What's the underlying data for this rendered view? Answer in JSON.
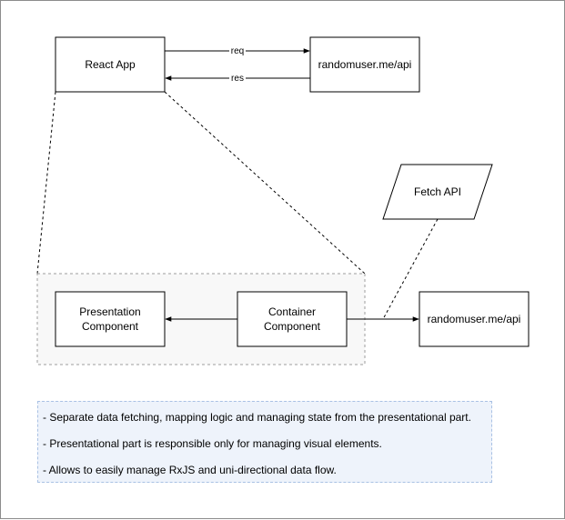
{
  "nodes": {
    "react_app": "React App",
    "api_top": "randomuser.me/api",
    "fetch_api": "Fetch API",
    "presentation": [
      "Presentation",
      "Component"
    ],
    "container": [
      "Container",
      "Component"
    ],
    "api_bottom": "randomuser.me/api"
  },
  "edges": {
    "request_label": "req",
    "response_label": "res"
  },
  "notes": [
    "- Separate data fetching, mapping logic and managing state from the presentational part.",
    "- Presentational part is responsible only for managing visual elements.",
    "- Allows to easily manage RxJS and uni-directional data flow."
  ],
  "colors": {
    "stroke": "#000000",
    "group_fill": "#f8f8f8",
    "group_stroke": "#9e9e9e",
    "note_fill": "#eef3fb",
    "note_stroke": "#a9c1e4"
  }
}
